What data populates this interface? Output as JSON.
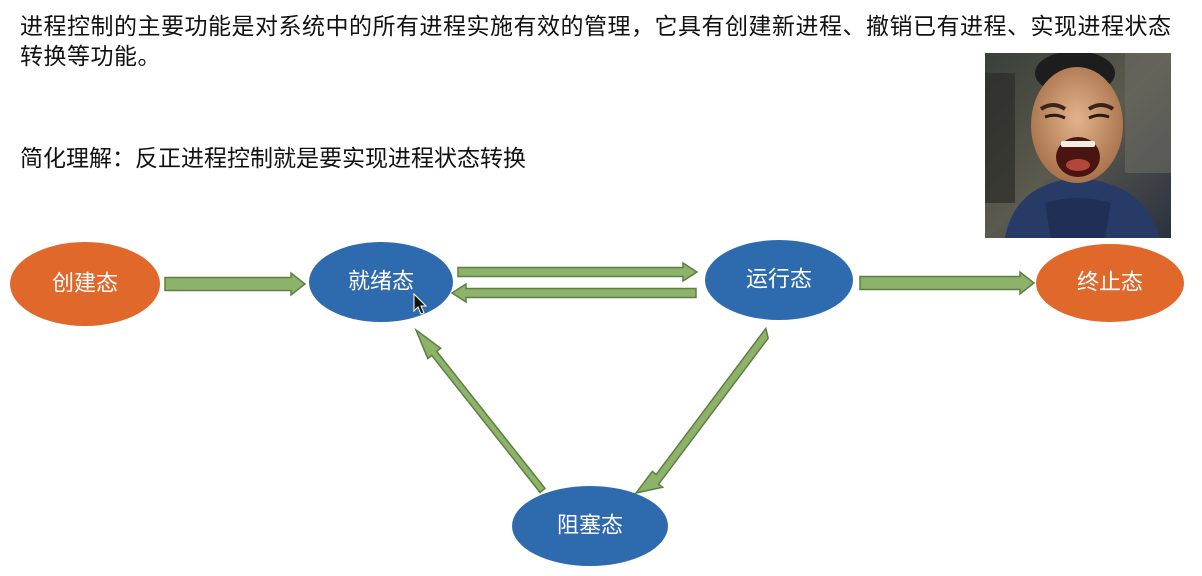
{
  "slide": {
    "intro_text": "进程控制的主要功能是对系统中的所有进程实施有效的管理，它具有创建新进程、撤销已有进程、实现进程状态转换等功能。",
    "summary_text": "简化理解：反正进程控制就是要实现进程状态转换"
  },
  "diagram": {
    "colors": {
      "orange_state": "#E0682A",
      "blue_state": "#2E6AAE",
      "arrow_fill": "#8DB36A",
      "arrow_stroke": "#5E7F43"
    },
    "states": {
      "created": "创建态",
      "ready": "就绪态",
      "running": "运行态",
      "terminated": "终止态",
      "blocked": "阻塞态"
    }
  }
}
